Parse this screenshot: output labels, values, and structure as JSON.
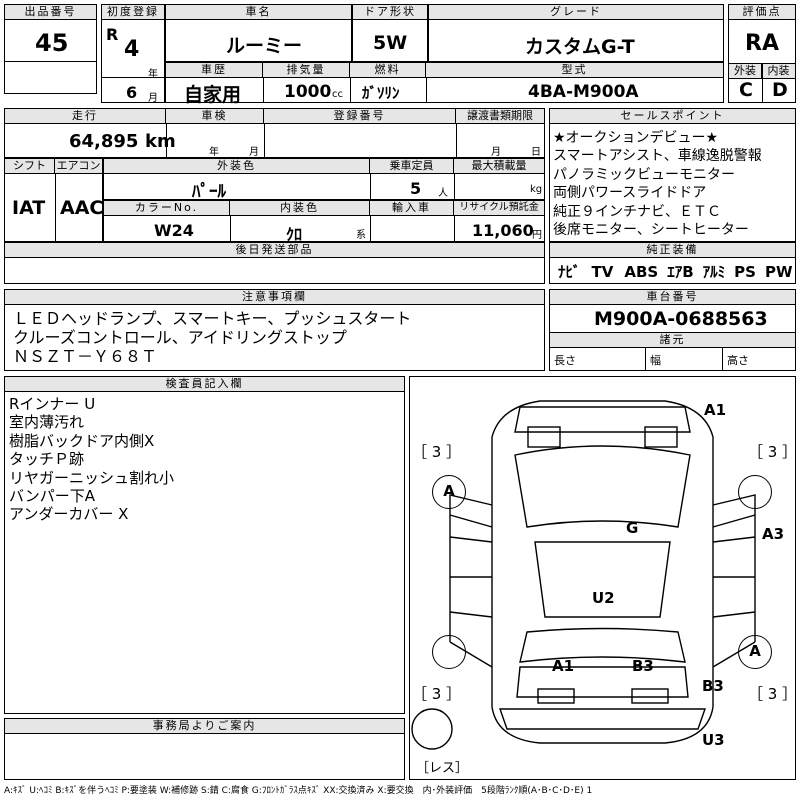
{
  "header": {
    "lot_label": "出品番号",
    "lot_value": "45",
    "reg_label": "初度登録",
    "era": "R",
    "year_value": "4",
    "year_unit": "年",
    "month_value": "6",
    "month_unit": "月",
    "name_label": "車名",
    "name_value": "ルーミー",
    "door_label": "ドア形状",
    "door_value": "5W",
    "grade_label": "グレード",
    "grade_value": "カスタムG-T",
    "score_label": "評価点",
    "score_value": "RA",
    "history_label": "車歴",
    "history_value": "自家用",
    "disp_label": "排気量",
    "disp_value": "1000",
    "disp_unit": "cc",
    "fuel_label": "燃料",
    "fuel_value": "ｶﾞｿﾘﾝ",
    "model_label": "型式",
    "model_value": "4BA-M900A",
    "ext_label": "外装",
    "ext_value": "C",
    "int_label": "内装",
    "int_value": "D"
  },
  "mid": {
    "mileage_label": "走行",
    "mileage_value": "64,895",
    "mileage_unit": "km",
    "inspect_label": "車検",
    "inspect_year": "年",
    "inspect_month": "月",
    "regno_label": "登録番号",
    "transfer_label": "譲渡書類期限",
    "transfer_month": "月",
    "transfer_day": "日",
    "shift_label": "シフト",
    "shift_value": "IAT",
    "ac_label": "エアコン",
    "ac_value": "AAC",
    "color_label": "外装色",
    "color_value": "ﾊﾟｰﾙ",
    "capacity_label": "乗車定員",
    "capacity_value": "5",
    "capacity_unit": "人",
    "load_label": "最大積載量",
    "load_unit": "kg",
    "colorno_label": "カラーNo.",
    "colorno_value": "W24",
    "intcolor_label": "内装色",
    "intcolor_value": "ｸﾛ",
    "intcolor_unit": "系",
    "import_label": "輸入車",
    "recycle_label": "リサイクル預託金",
    "recycle_value": "11,060",
    "recycle_unit": "円",
    "later_label": "後日発送部品"
  },
  "sales": {
    "label": "セールスポイント",
    "lines": [
      "★オークションデビュー★",
      "スマートアシスト、車線逸脱警報",
      "パノラミックビューモニター",
      "両側パワースライドドア",
      "純正９インチナビ、ＥＴＣ",
      "後席モニター、シートヒーター"
    ]
  },
  "equip": {
    "label": "純正装備",
    "items": [
      "ﾅﾋﾞ",
      "TV",
      "ABS",
      "ｴｱB",
      "ｱﾙﾐ",
      "PS",
      "PW"
    ]
  },
  "caution": {
    "label": "注意事項欄",
    "lines": [
      "ＬＥＤヘッドランプ、スマートキー、プッシュスタート",
      "クルーズコントロール、アイドリングストップ",
      "ＮＳＺＴ－Ｙ６８Ｔ"
    ]
  },
  "chassis": {
    "label": "車台番号",
    "value": "M900A-0688563",
    "spec_label": "諸元",
    "length": "長さ",
    "width": "幅",
    "height": "高さ"
  },
  "inspector": {
    "label": "検査員記入欄",
    "lines": [
      "Rインナー U",
      "室内薄汚れ",
      "樹脂バックドア内側X",
      "タッチＰ跡",
      "リヤガーニッシュ割れ小",
      "バンパー下A",
      "アンダーカバー X"
    ]
  },
  "diagram": {
    "labels": {
      "a1_top": "A1",
      "g": "G",
      "a3": "A3",
      "u2": "U2",
      "a1_bot": "A1",
      "b3_bot": "B3",
      "b3_right": "B3",
      "u3": "U3"
    },
    "brackets": {
      "tl": "［ 3 ］",
      "tr": "［ 3 ］",
      "bl": "［ 3 ］",
      "br": "［ 3 ］"
    },
    "circles": {
      "fl": "A",
      "fr": "",
      "rl": "",
      "rr": "A"
    },
    "spare": "［レス］"
  },
  "office": {
    "label": "事務局よりご案内"
  },
  "legend": "A:ｷｽﾞ U:ﾍｺﾐ B:ｷｽﾞを伴うﾍｺﾐ P:要塗装 W:補修跡 S:錆 C:腐食 G:ﾌﾛﾝﾄｶﾞﾗｽ点ｷｽﾞ XX:交換済み X:要交換　内･外装評価　5段階ﾗﾝｸ順(A･B･C･D･E) 1"
}
